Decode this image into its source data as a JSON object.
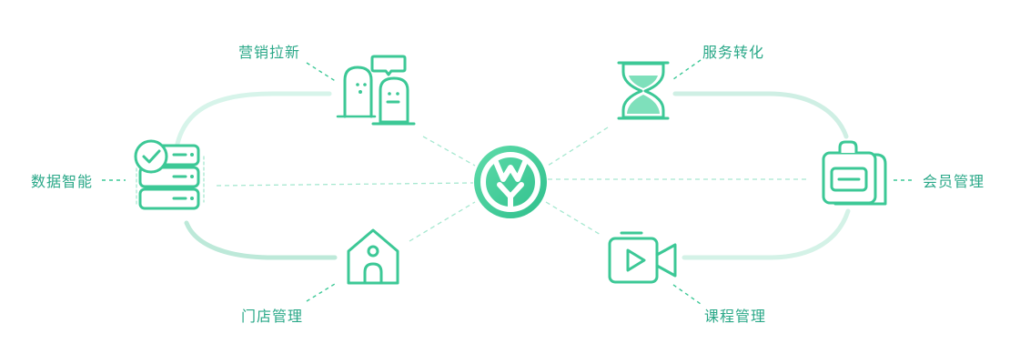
{
  "labels": {
    "marketing": "营销拉新",
    "service": "服务转化",
    "data": "数据智能",
    "member": "会员管理",
    "store": "门店管理",
    "course": "课程管理"
  },
  "colors": {
    "primary": "#3cc896",
    "dark": "#2aa888",
    "light": "#bff0df",
    "fill": "#7ee0bb",
    "dash": "#a6e8d0"
  },
  "icons": {
    "center": "wy-logo-icon",
    "marketing": "ghost-chat-icon",
    "service": "hourglass-icon",
    "data": "server-stack-check-icon",
    "member": "member-card-icon",
    "store": "house-icon",
    "course": "video-camera-icon"
  }
}
